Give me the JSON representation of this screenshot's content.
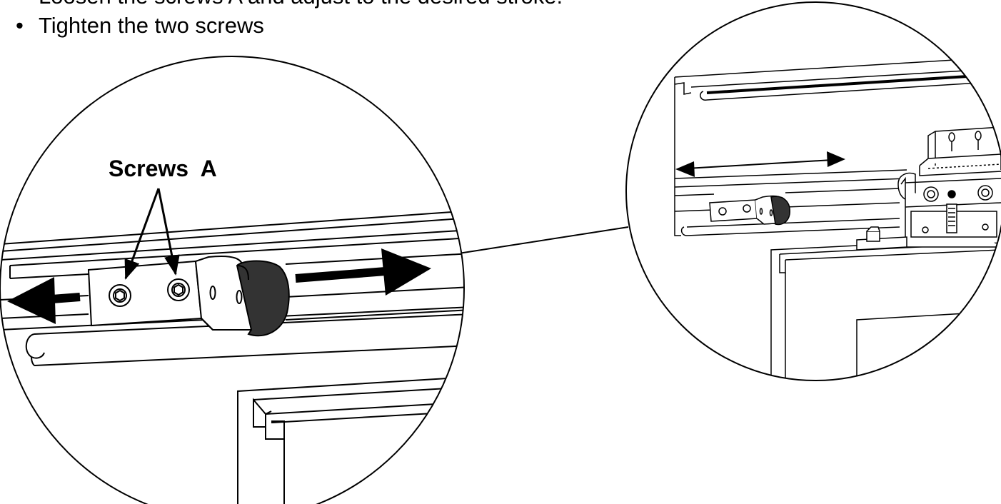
{
  "instructions": {
    "steps": [
      "Loosen the screws A and adjust to the desired stroke.",
      "Tighten the two screws"
    ]
  },
  "figure": {
    "callout_label": "Screws  A",
    "line_color": "#000000",
    "rubber_color": "#333333",
    "background_color": "#ffffff"
  }
}
